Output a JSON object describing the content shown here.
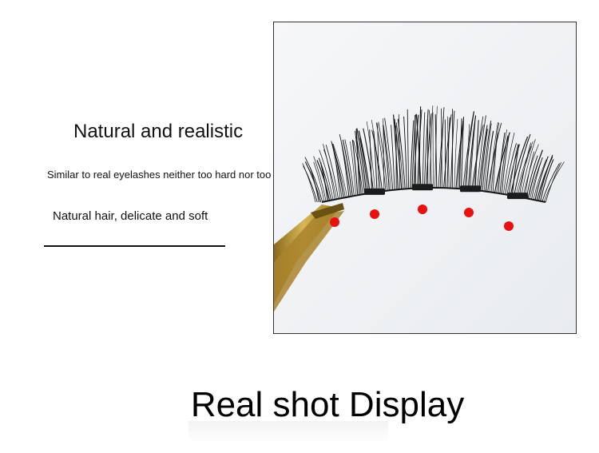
{
  "features": {
    "heading": "Natural and realistic",
    "subline": "Similar to real eyelashes neither too hard nor too soft",
    "feature": "Natural hair, delicate and soft"
  },
  "caption": "Real shot Display",
  "photo": {
    "background": "#eef0f2",
    "lash_color": "#151515",
    "magnet_dot_color": "#e81010",
    "tweezer_color": "#b8902e",
    "magnet_dot_count": 5
  }
}
